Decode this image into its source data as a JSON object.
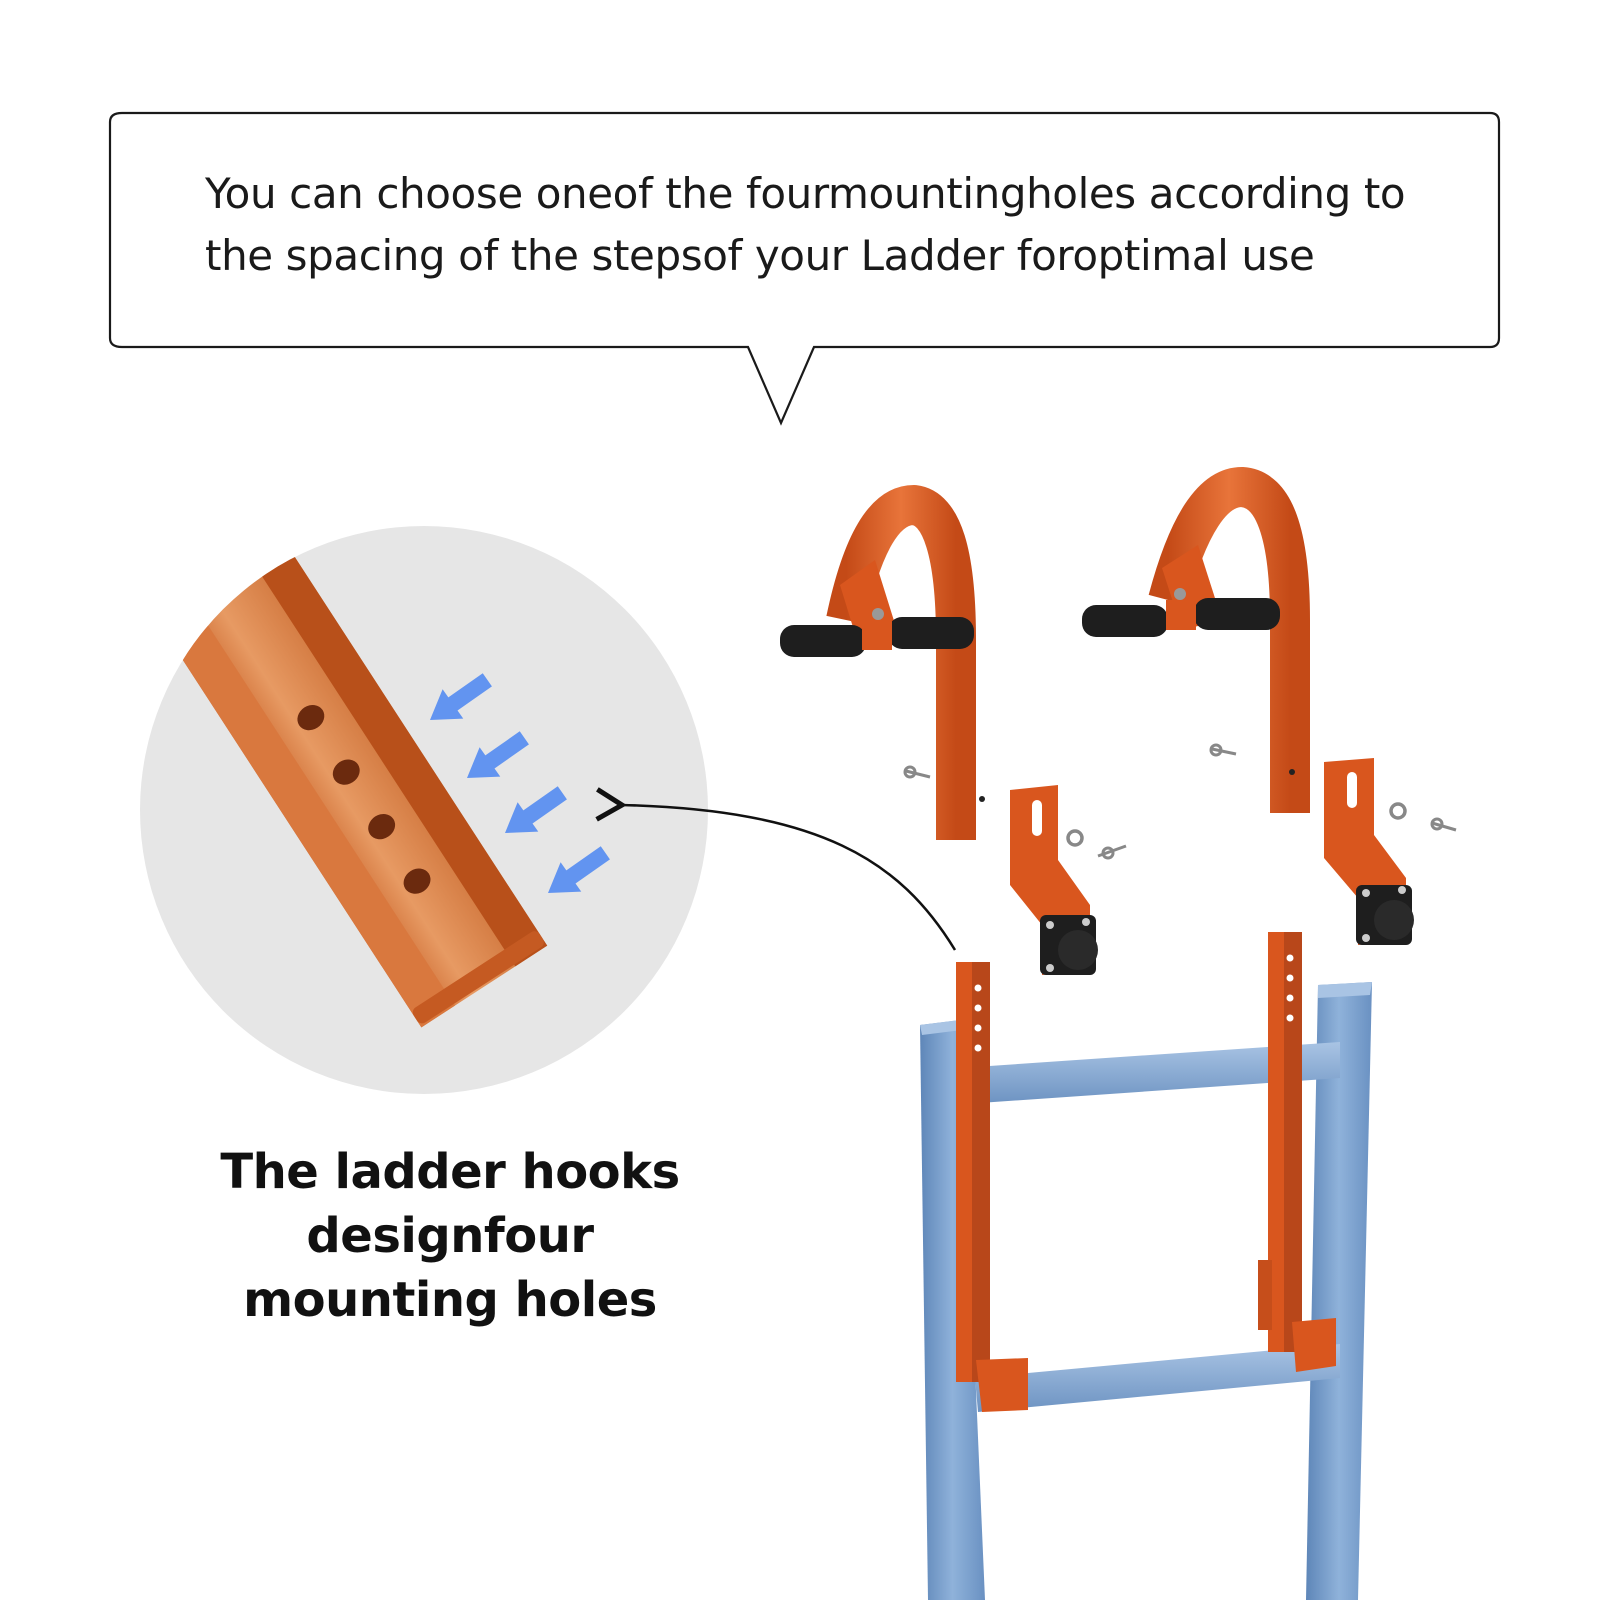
{
  "callout": {
    "text": "You can choose oneof the fourmountingholes according to the spacing of the stepsof your Ladder foroptimal use"
  },
  "caption": {
    "line1": "The ladder hooks designfour",
    "line2": "mounting holes"
  },
  "colors": {
    "hook_orange": "#D9561E",
    "hook_orange_light": "#E8743A",
    "ladder_blue": "#7EA3CF",
    "ladder_blue_dark": "#5E86B8",
    "rubber_black": "#1E1E1E",
    "zoom_circle_bg": "#E6E6E6",
    "arrow_blue": "#5B8FF0"
  },
  "icons": [
    "speech-bubble",
    "magnify-circle",
    "blue-arrow-icon",
    "curved-pointer-arrow",
    "ladder-hook",
    "ladder",
    "bolt",
    "washer"
  ]
}
